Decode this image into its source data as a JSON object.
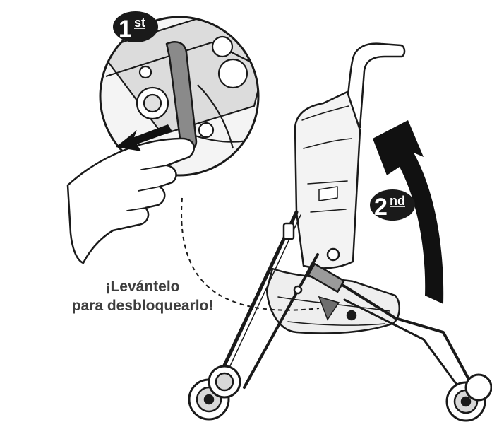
{
  "step_badges": {
    "first": {
      "number": "1",
      "suffix": "st"
    },
    "second": {
      "number": "2",
      "suffix": "nd"
    }
  },
  "caption": {
    "line1": "¡Levántelo",
    "line2": "para desbloquearlo!"
  },
  "icons": [
    "pull-arrow-icon",
    "rotate-arrow-icon",
    "press-indicator-arrow-icon",
    "hand-icon",
    "stroller-icon"
  ],
  "colors": {
    "line": "#1a1a1a",
    "badge": "#1a1a1a",
    "lever": "#8a8a8a",
    "caption": "#3d3d3d",
    "arrow": "#111111"
  }
}
